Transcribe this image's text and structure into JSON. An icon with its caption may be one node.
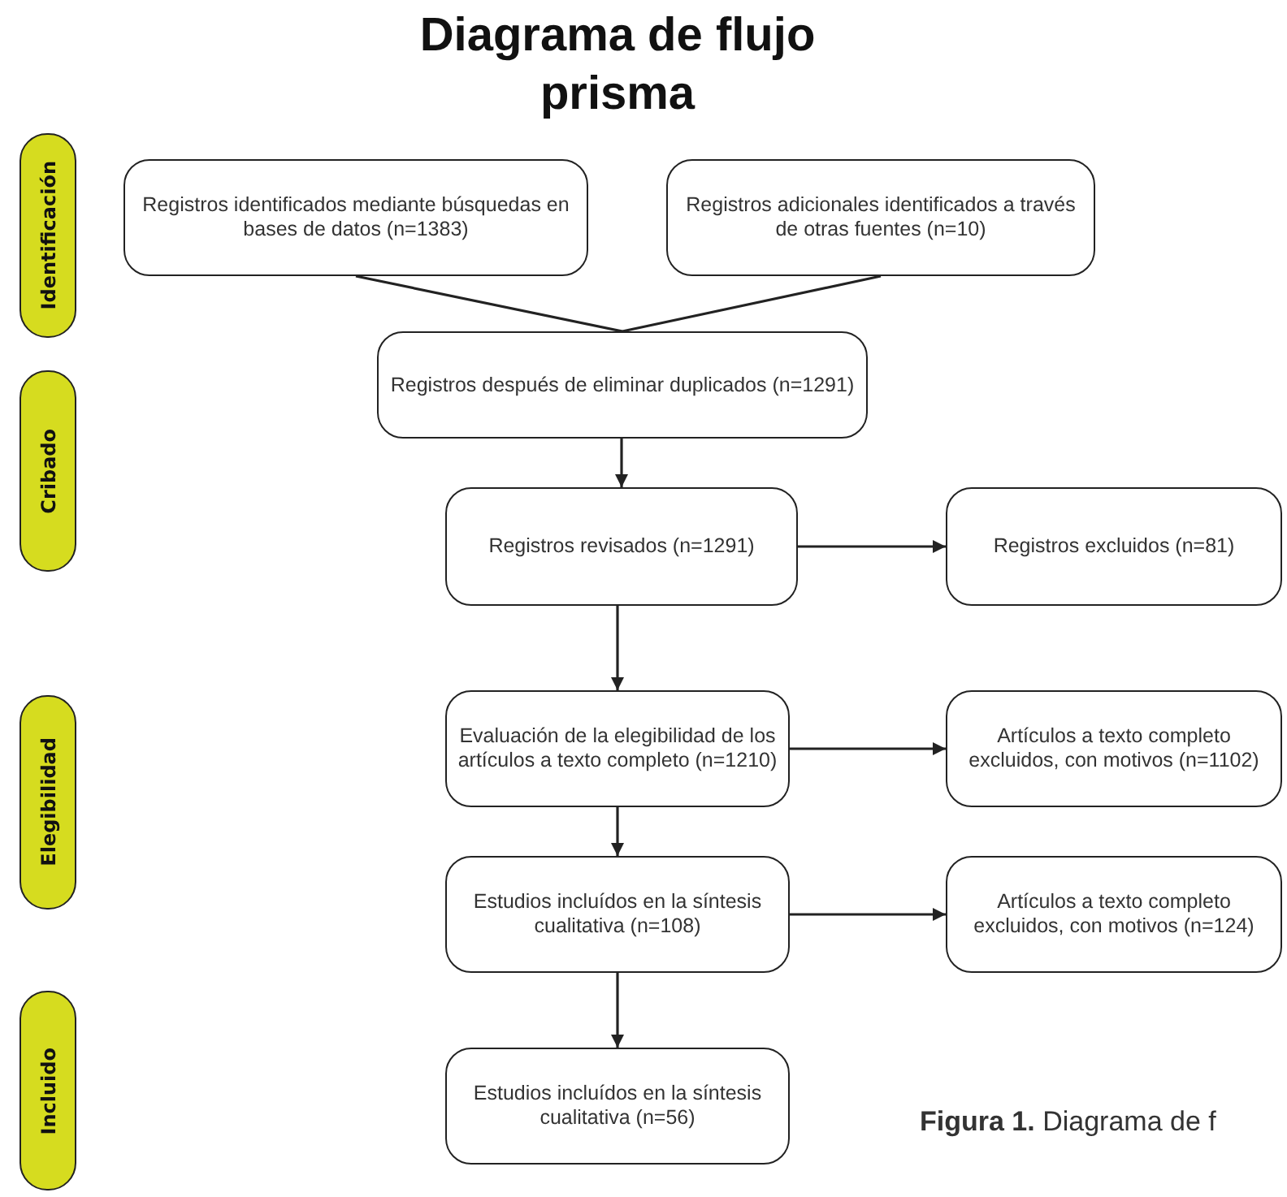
{
  "diagram": {
    "title": "Diagrama de flujo prisma",
    "nodes": [
      {
        "text": [
          "Identificación"
        ]
      },
      {
        "text": [
          "Cribado"
        ]
      },
      {
        "text": [
          "Elegibilidad"
        ]
      },
      {
        "text": [
          "Incluido"
        ]
      },
      {
        "text": [
          "Registros identificados mediante búsquedas en bases de datos (n=1383)"
        ]
      },
      {
        "text": [
          "Registros adicionales identificados a través de otras fuentes (n=10)"
        ]
      },
      {
        "text": [
          "Registros después de eliminar duplicados (n=1291)"
        ]
      },
      {
        "text": [
          "Registros revisados (n=1291)"
        ]
      },
      {
        "text": [
          "Registros excluidos (n=81)"
        ]
      },
      {
        "text": [
          "Evaluación de la elegibilidad de los artículos a texto completo (n=1210)"
        ]
      },
      {
        "text": [
          "Artículos a texto completo excluidos, con motivos (n=1102)"
        ]
      },
      {
        "text": [
          "Estudios incluídos en la síntesis cualitativa (n=108)"
        ]
      },
      {
        "text": [
          "Artículos a texto completo excluidos, con motivos (n=124)"
        ]
      },
      {
        "text": [
          "Estudios incluídos en la síntesis cualitativa (n=56)"
        ]
      }
    ],
    "edges": [
      {
        "from": 4,
        "to": 6,
        "arrow": "none"
      },
      {
        "from": 5,
        "to": 6,
        "arrow": "none"
      },
      {
        "from": 6,
        "to": 7,
        "arrow": "to"
      },
      {
        "from": 7,
        "to": 8,
        "arrow": "to"
      },
      {
        "from": 7,
        "to": 9,
        "arrow": "to"
      },
      {
        "from": 9,
        "to": 10,
        "arrow": "to"
      },
      {
        "from": 9,
        "to": 11,
        "arrow": "to"
      },
      {
        "from": 11,
        "to": 12,
        "arrow": "to"
      },
      {
        "from": 11,
        "to": 13,
        "arrow": "to"
      }
    ],
    "labels": [
      "**Figura 1.** Diagrama de f"
    ]
  }
}
